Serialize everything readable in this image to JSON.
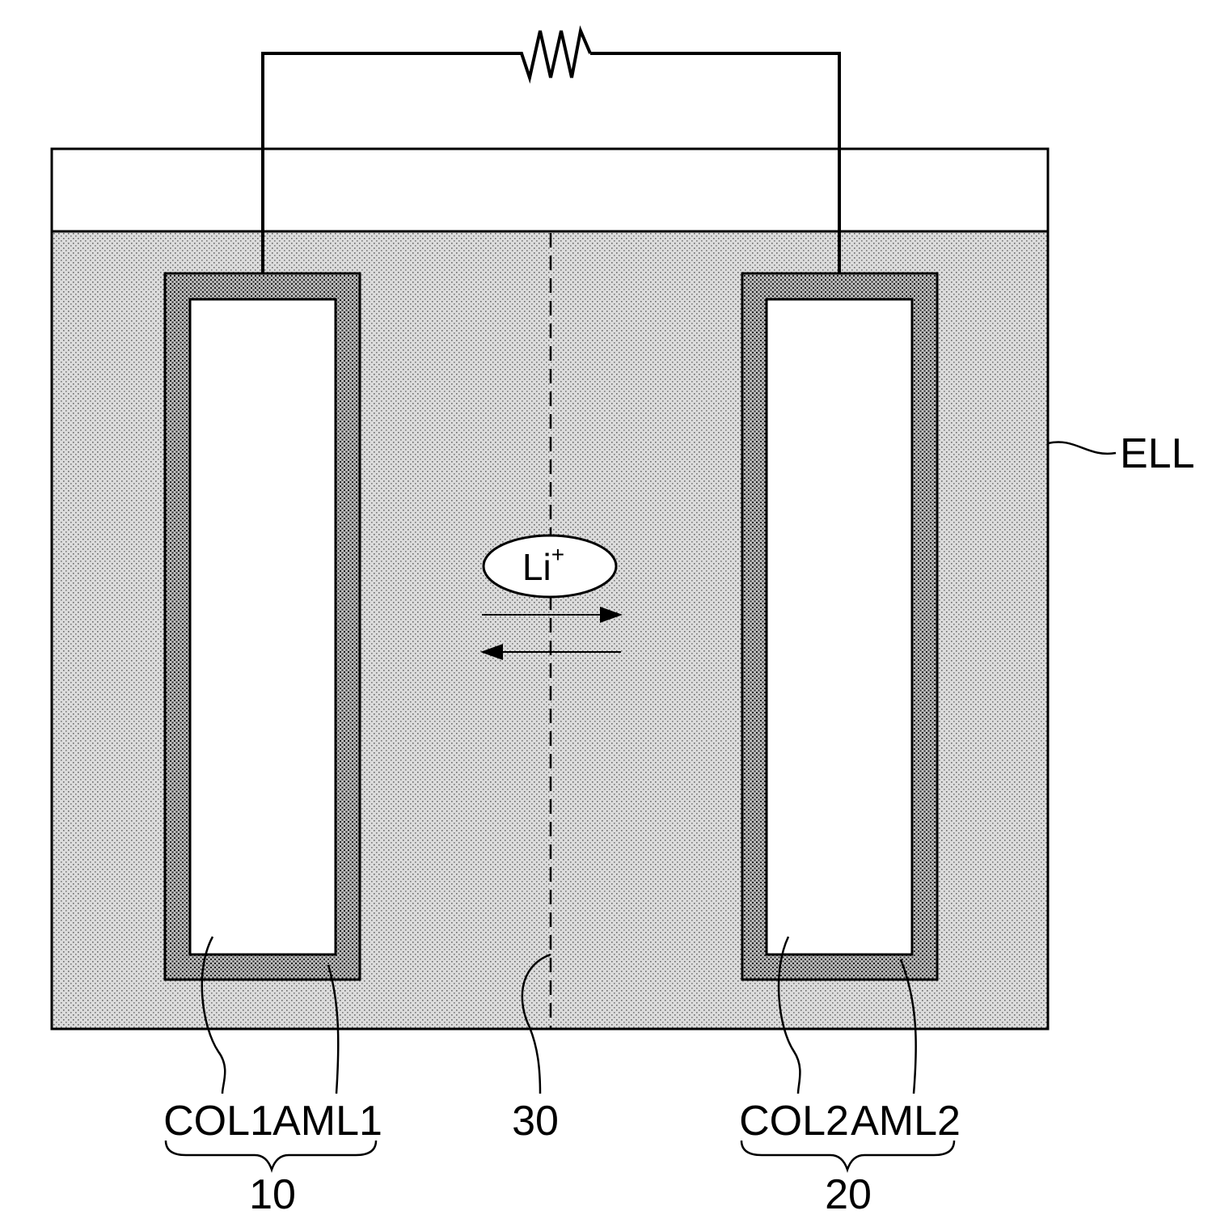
{
  "figure": {
    "electrolyte_label": "ELL",
    "separator_label": "30",
    "ion": {
      "symbol": "Li",
      "charge": "+"
    },
    "electrode1": {
      "collector_label": "COL1",
      "active_layer_label": "AML1",
      "group_label": "10"
    },
    "electrode2": {
      "collector_label": "COL2",
      "active_layer_label": "AML2",
      "group_label": "20"
    }
  }
}
